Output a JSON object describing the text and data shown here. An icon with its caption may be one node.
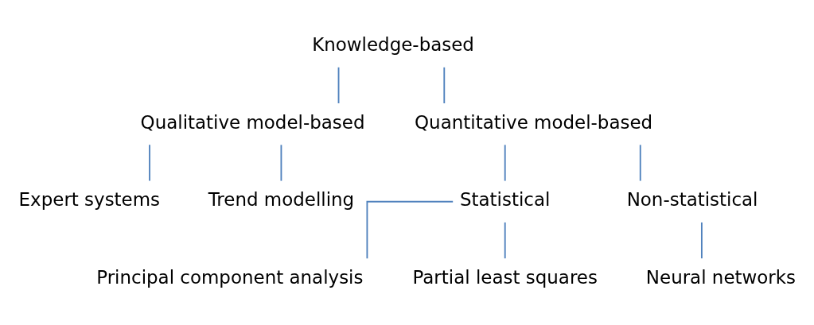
{
  "diagram": {
    "nodes": [
      {
        "text": [
          "Knowledge-based"
        ]
      },
      {
        "text": [
          "Qualitative model-based"
        ]
      },
      {
        "text": [
          "Quantitative model-based"
        ]
      },
      {
        "text": [
          "Expert systems"
        ]
      },
      {
        "text": [
          "Trend modelling"
        ]
      },
      {
        "text": [
          "Statistical"
        ]
      },
      {
        "text": [
          "Non-statistical"
        ]
      },
      {
        "text": [
          "Principal component analysis"
        ]
      },
      {
        "text": [
          "Partial least squares"
        ]
      },
      {
        "text": [
          "Neural networks"
        ]
      }
    ],
    "edges": [
      {
        "from": 0,
        "to": 1,
        "arrow": "none"
      },
      {
        "from": 0,
        "to": 2,
        "arrow": "none"
      },
      {
        "from": 1,
        "to": 3,
        "arrow": "none"
      },
      {
        "from": 1,
        "to": 4,
        "arrow": "none"
      },
      {
        "from": 2,
        "to": 5,
        "arrow": "none"
      },
      {
        "from": 2,
        "to": 6,
        "arrow": "none"
      },
      {
        "from": 5,
        "to": 7,
        "arrow": "none"
      },
      {
        "from": 5,
        "to": 8,
        "arrow": "none"
      },
      {
        "from": 6,
        "to": 9,
        "arrow": "none"
      }
    ]
  }
}
